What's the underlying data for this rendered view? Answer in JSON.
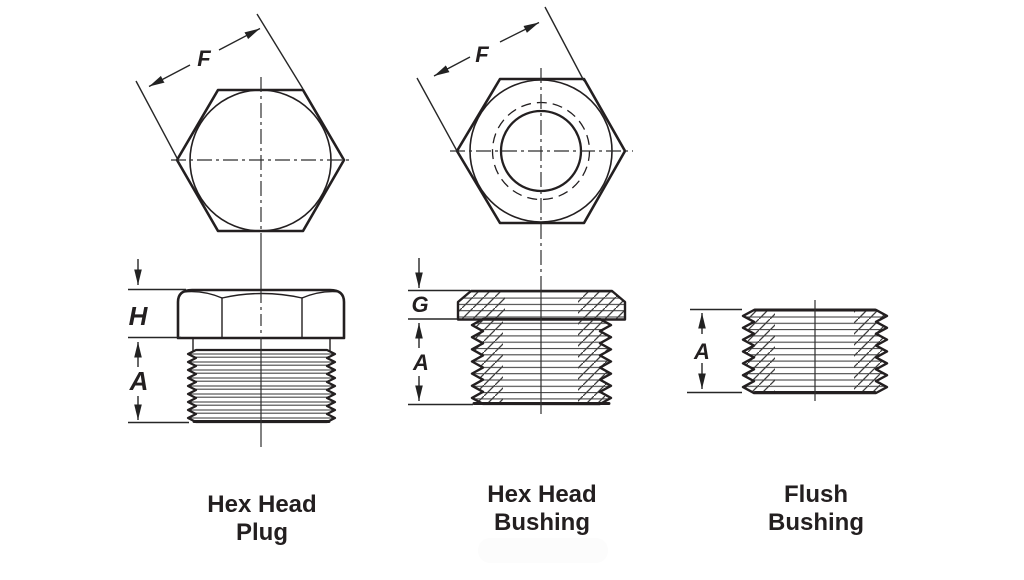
{
  "colors": {
    "ink": "#231f20",
    "thread_line": "#454545",
    "background": "#ffffff"
  },
  "figures": [
    {
      "id": "hex-head-plug",
      "caption": [
        "Hex Head",
        "Plug"
      ],
      "labels": {
        "f": "F",
        "h": "H",
        "a": "A"
      }
    },
    {
      "id": "hex-head-bushing",
      "caption": [
        "Hex Head",
        "Bushing"
      ],
      "labels": {
        "f": "F",
        "g": "G",
        "a": "A"
      }
    },
    {
      "id": "flush-bushing",
      "caption": [
        "Flush",
        "Bushing"
      ],
      "labels": {
        "a": "A"
      }
    }
  ]
}
